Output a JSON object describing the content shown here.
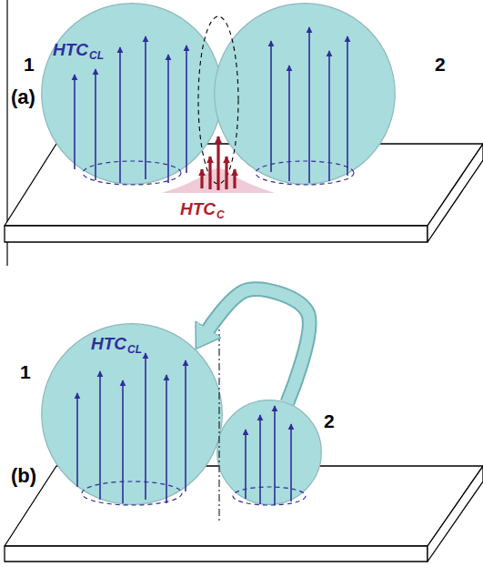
{
  "diagram": {
    "nodes": [
      {
        "text": [
          "1",
          "HTC",
          "CL"
        ]
      },
      {
        "text": [
          "2"
        ]
      },
      {
        "text": [
          "1",
          "HTC",
          "CL"
        ]
      },
      {
        "text": [
          "2"
        ]
      }
    ],
    "edges": [
      {
        "from": 3,
        "to": 2,
        "arrow": "to"
      }
    ],
    "labels": [
      "(a)",
      "HTC",
      "C",
      "(b)"
    ]
  }
}
